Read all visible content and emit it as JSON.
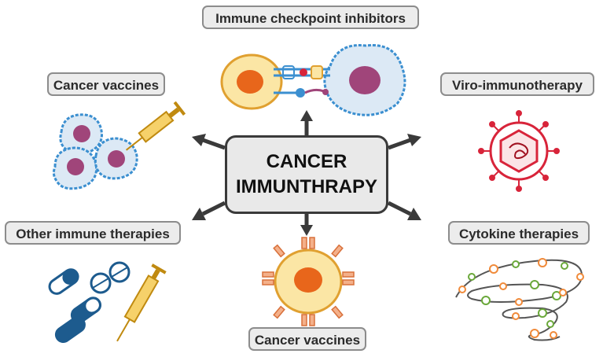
{
  "center": {
    "line1": "CANCER",
    "line2": "IMMUNTHRAPY"
  },
  "labels": {
    "top": "Immune checkpoint inhibitors",
    "top_left": "Cancer vaccines",
    "top_right": "Viro-immunotherapy",
    "bottom_left": "Other immune therapies",
    "bottom_right": "Cytokine therapies",
    "bottom": "Cancer vaccines"
  },
  "colors": {
    "arrow": "#3a3a3a",
    "tumor_cell": "#dce9f5",
    "tumor_outline": "#3b8fd0",
    "nucleus_purple": "#a0457a",
    "t_cell": "#fbe6a5",
    "t_cell_outline": "#e0a030",
    "nucleus_orange": "#e8661b",
    "virus": "#d8243a",
    "syringe": "#e9b21c",
    "pill_blue": "#1d5b8e",
    "cytokine_green": "#6aa83a",
    "cytokine_orange": "#f08a3a"
  },
  "icons": [
    "checkpoint-inhibitor-icon",
    "tumor-cells-icon",
    "virus-icon",
    "pills-syringe-icon",
    "cytokine-spiral-icon",
    "antibody-cell-icon"
  ]
}
